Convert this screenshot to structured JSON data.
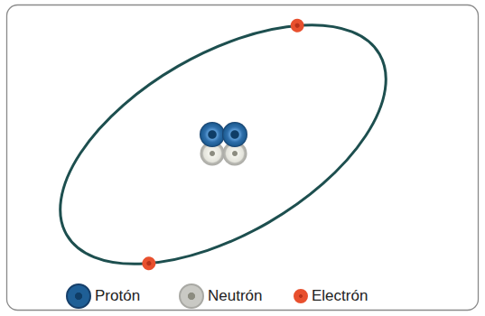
{
  "diagram": {
    "legend": [
      {
        "text": "Protón",
        "color": "#1f5f96"
      },
      {
        "text": "Neutrón",
        "color": "#c9c9c4"
      },
      {
        "text": "Electrón",
        "color": "#e8502e"
      }
    ]
  }
}
